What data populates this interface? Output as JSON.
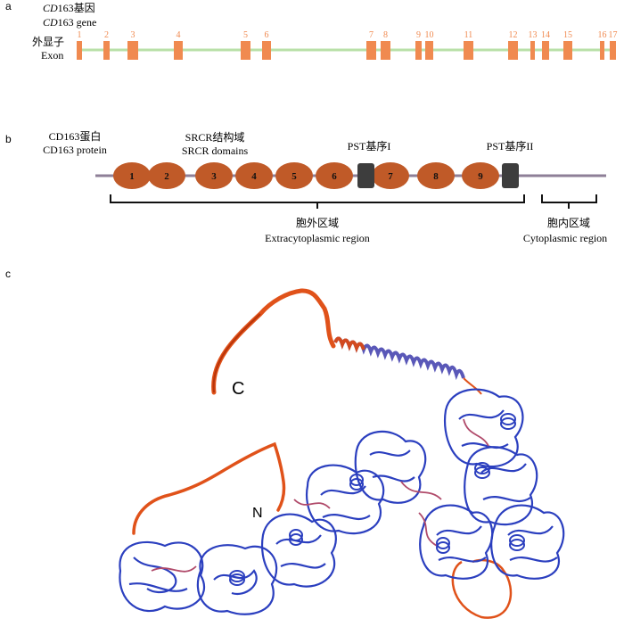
{
  "panels": {
    "a": "a",
    "b": "b",
    "c": "c"
  },
  "panel_a": {
    "gene_cn": "CD163基因",
    "gene_en_italic": "CD",
    "gene_en_rest": "163 gene",
    "gene_cn_italic": "CD",
    "gene_cn_rest": "163基因",
    "exon_cn": "外显子",
    "exon_en": "Exon",
    "exons": [
      "1",
      "2",
      "3",
      "4",
      "5",
      "6",
      "7",
      "8",
      "9",
      "10",
      "11",
      "12",
      "13",
      "14",
      "15",
      "16",
      "17"
    ],
    "colors": {
      "exon": "#f08a50",
      "intron": "#b9e0a8",
      "label": "#f08a50"
    }
  },
  "panel_b": {
    "protein_cn": "CD163蛋白",
    "protein_en": "CD163 protein",
    "srcr_cn": "SRCR结构域",
    "srcr_en": "SRCR domains",
    "pst1": "PST基序I",
    "pst2": "PST基序II",
    "domains": [
      "1",
      "2",
      "3",
      "4",
      "5",
      "6",
      "7",
      "8",
      "9"
    ],
    "extra_cn": "胞外区域",
    "extra_en": "Extracytoplasmic region",
    "cyto_cn": "胞内区域",
    "cyto_en": "Cytoplasmic region",
    "colors": {
      "domain": "#c05a28",
      "pst": "#3d3d3d",
      "backbone": "#8e7f97"
    }
  },
  "panel_c": {
    "label_c": "C",
    "label_n": "N",
    "colors": {
      "helix_orange": "#e0521a",
      "ribbon_blue": "#2b3fbf",
      "ribbon_purple": "#6a4aa8"
    }
  }
}
